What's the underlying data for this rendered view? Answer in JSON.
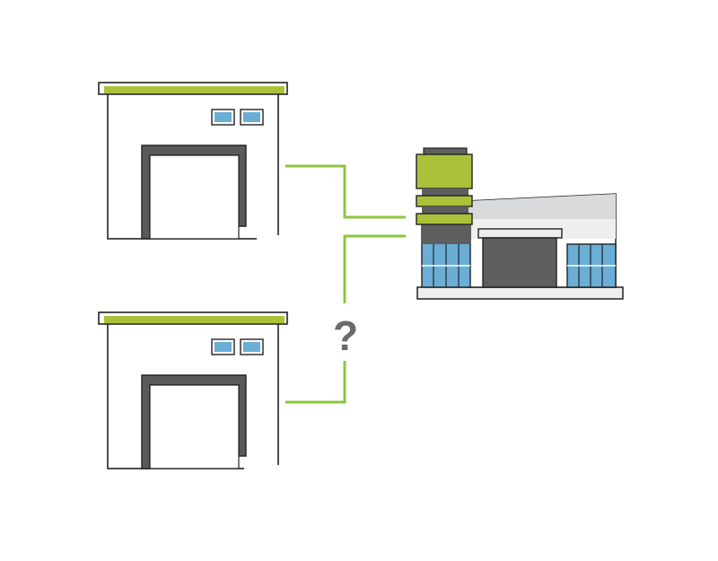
{
  "diagram": {
    "question_mark": "?",
    "colors": {
      "accent_green": "#a9c23a",
      "connector_green": "#8cc63f",
      "outline": "#222222",
      "door_gray": "#5a5a5a",
      "window_blue": "#6aaed6",
      "roof_gray": "#d9dadb",
      "question_gray": "#6b6b6b"
    },
    "nodes": [
      {
        "id": "warehouse-top",
        "kind": "warehouse-icon"
      },
      {
        "id": "warehouse-bottom",
        "kind": "warehouse-icon"
      },
      {
        "id": "factory",
        "kind": "factory-icon"
      }
    ],
    "connections": [
      {
        "from": "warehouse-top",
        "to": "factory",
        "status": "connected"
      },
      {
        "from": "warehouse-bottom",
        "to": "factory",
        "status": "unknown"
      }
    ]
  }
}
